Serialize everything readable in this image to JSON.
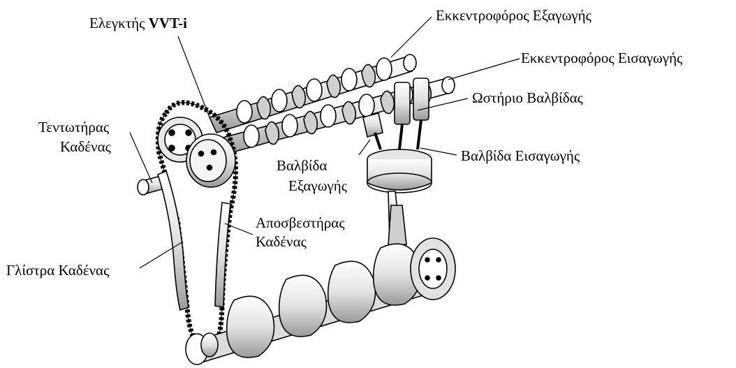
{
  "labels": {
    "vvt_controller": "Ελεγκτής ",
    "vvt_controller_bold": "VVT-i",
    "exhaust_camshaft": "Εκκεντροφόρος Εξαγωγής",
    "intake_camshaft": "Εκκεντροφόρος Εισαγωγής",
    "valve_lifter": "Ωστήριο Βαλβίδας",
    "chain_tensioner_l1": "Τεντωτήρας",
    "chain_tensioner_l2": "Καδένας",
    "intake_valve": "Βαλβίδα Εισαγωγής",
    "exhaust_valve_l1": "Βαλβίδα",
    "exhaust_valve_l2": "Εξαγωγής",
    "chain_damper_l1": "Αποσβεστήρας",
    "chain_damper_l2": "Καδένας",
    "chain_slipper": "Γλίστρα Καδένας"
  },
  "colors": {
    "ink": "#000000",
    "paper": "#ffffff",
    "shade": "#d8d8d8",
    "dark": "#7a7a7a"
  }
}
